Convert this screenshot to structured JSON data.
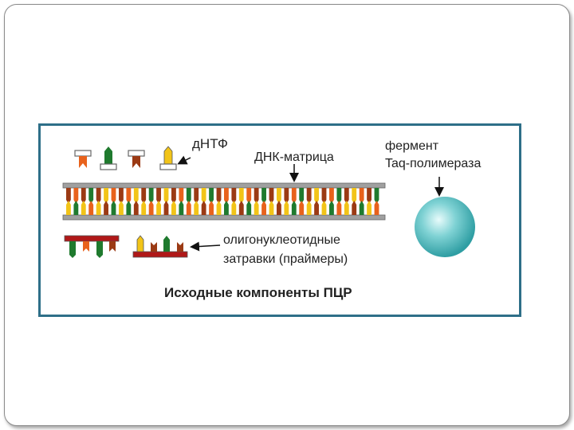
{
  "labels": {
    "dntp": "дНТФ",
    "template": "ДНК-матрица",
    "enzyme_line1": "фермент",
    "enzyme_line2": "Taq-полимераза",
    "primers_line1": "олигонуклеотидные",
    "primers_line2": "затравки (праймеры)",
    "caption": "Исходные компоненты ПЦР"
  },
  "colors": {
    "frame": "#2e6f88",
    "strand": "#a0a0a0",
    "orange": "#e8621c",
    "green": "#1f7a2e",
    "yellow": "#f2c418",
    "brown": "#9b3a14",
    "primer_bar": "#b01818",
    "enzyme": "#4fb9bd"
  },
  "template_sequence": [
    "G",
    "A",
    "G",
    "T",
    "G",
    "C",
    "A",
    "G",
    "A",
    "C",
    "G",
    "T",
    "G",
    "C",
    "G",
    "A",
    "T",
    "G",
    "C",
    "T",
    "G",
    "A",
    "G",
    "C",
    "A",
    "G",
    "T",
    "G",
    "C",
    "G",
    "A",
    "T",
    "G",
    "C",
    "G",
    "A",
    "T",
    "G",
    "C",
    "A",
    "G",
    "T"
  ],
  "icons": {
    "nucleotide": "nucleotide-icon",
    "arrow": "arrow-icon",
    "enzyme": "enzyme-sphere-icon"
  }
}
